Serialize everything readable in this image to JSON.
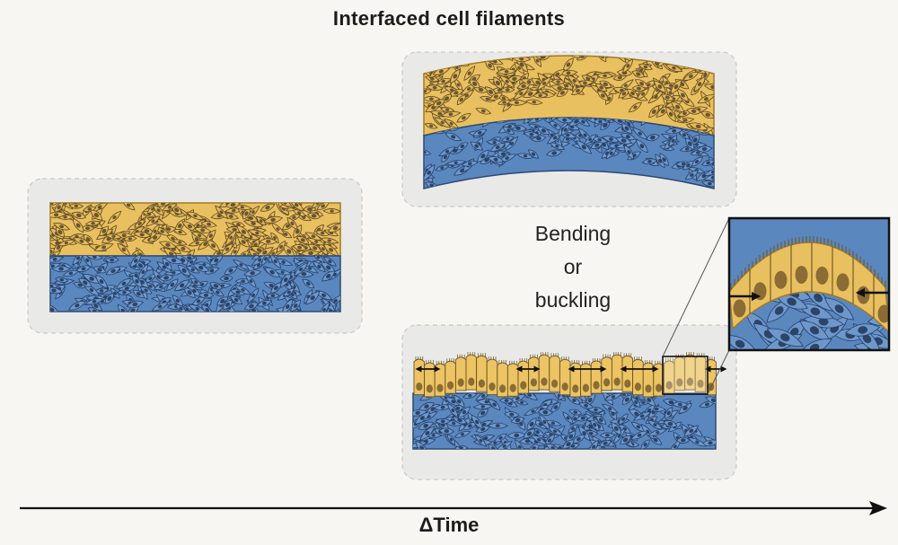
{
  "title": "Interfaced cell filaments",
  "transition": {
    "line1": "Bending",
    "line2": "or",
    "line3": "buckling"
  },
  "axis_label": "ΔTime",
  "colors": {
    "background": "#f7f6f2",
    "panel": "#e9e9e7",
    "panel_border": "#c9c9c6",
    "epithelial_fill": "#e9c05f",
    "epithelial_stroke": "#a07a26",
    "mesenchymal_fill": "#5b87bf",
    "mesenchymal_stroke": "#2c4a74",
    "cell_outline": "#3b3b3b",
    "arrow": "#111111"
  }
}
